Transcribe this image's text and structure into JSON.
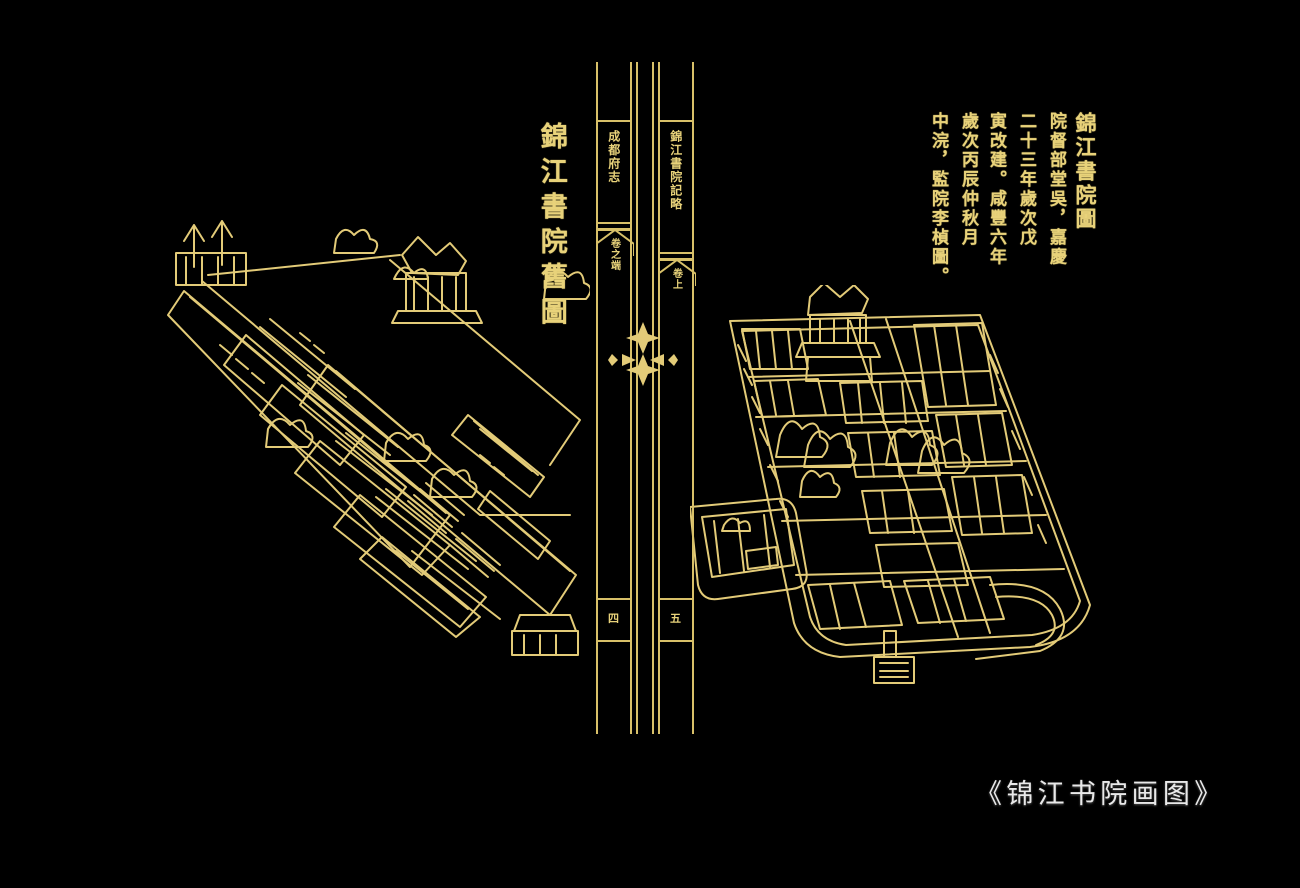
{
  "page": {
    "background_color": "#000000",
    "ink_color": "#e8d27a",
    "caption_color": "#e9e9e9",
    "caption": "《锦江书院画图》"
  },
  "left_plate": {
    "title": "錦江書院舊圖",
    "description": "bird's-eye woodblock line drawing of the old Jinjiang Academy compound, walled rectangular courtyards on a diagonal axis with multi-eave gate towers, halls, trees and a detached pavilion at lower right"
  },
  "right_plate": {
    "title": "錦江書院圖",
    "description": "bird's-eye woodblock line drawing of the rebuilt Jinjiang Academy, a long walled compound of courtyards, study rows, a tall central pagoda-like tower, garden trees, curved rear wall and an annex block at the left",
    "inscription": [
      "錦江書院圖",
      "院督部堂吳，嘉慶",
      "二十三年歲次戊",
      "寅改建。咸豐六年",
      "歲次丙辰仲秋月",
      "中浣，監院李楨圖。"
    ]
  },
  "spine": {
    "left_column": {
      "header": "成都府志",
      "volume": "卷之端",
      "page_number": "四"
    },
    "right_column": {
      "header": "錦江書院記略",
      "volume": "卷上",
      "page_number": "五"
    }
  }
}
